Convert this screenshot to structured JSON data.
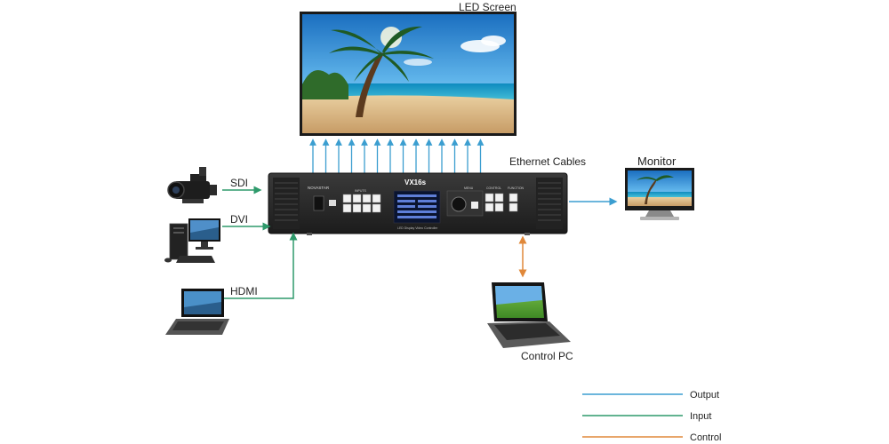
{
  "labels": {
    "led_screen": "LED Screen",
    "ethernet_cables": "Ethernet Cables",
    "monitor": "Monitor",
    "control_pc": "Control PC",
    "sdi": "SDI",
    "dvi": "DVI",
    "hdmi": "HDMI"
  },
  "device": {
    "brand": "NOVASTAR",
    "model": "VX16s",
    "subtitle": "LED Display Video Controller",
    "input_section": "INPUTS",
    "menu_section": "MENU",
    "control_section": "CONTROL",
    "function_section": "FUNCTION"
  },
  "legend": [
    {
      "label": "Output",
      "color": "#3b9ed0"
    },
    {
      "label": "Input",
      "color": "#2e9a6b"
    },
    {
      "label": "Control",
      "color": "#e0883a"
    }
  ],
  "colors": {
    "output": "#3b9ed0",
    "input": "#2e9a6b",
    "control": "#e0883a",
    "device_body": "#2a2a2a"
  },
  "icons": {
    "camera": "video-camera-icon",
    "desktop": "desktop-computer-icon",
    "laptop": "laptop-icon",
    "monitor": "monitor-icon",
    "screen": "led-screen-icon"
  }
}
